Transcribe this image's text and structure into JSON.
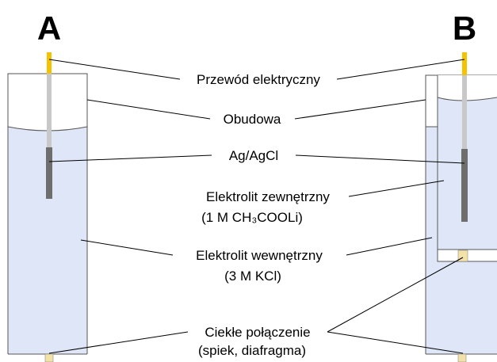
{
  "electrodes": {
    "a_label": "A",
    "b_label": "B"
  },
  "labels": {
    "wire": "Przewód elektryczny",
    "housing": "Obudowa",
    "agagcl": "Ag/AgCl",
    "outer_electrolyte_line1": "Elektrolit zewnętrzny",
    "outer_electrolyte_line2": "(1 M CH₃COOLi)",
    "inner_electrolyte_line1": "Elektrolit wewnętrzny",
    "inner_electrolyte_line2": "(3 M KCl)",
    "junction_line1": "Ciekłe połączenie",
    "junction_line2": "(spiek, diafragma)"
  },
  "colors": {
    "electrolyte_fill": "#dfe6f8",
    "housing_stroke": "#555555",
    "wire_gold": "#f5c200",
    "wire_gray": "#c8c8c8",
    "silver_rod": "#6e6e6e",
    "frit": "#f3e2a8"
  }
}
